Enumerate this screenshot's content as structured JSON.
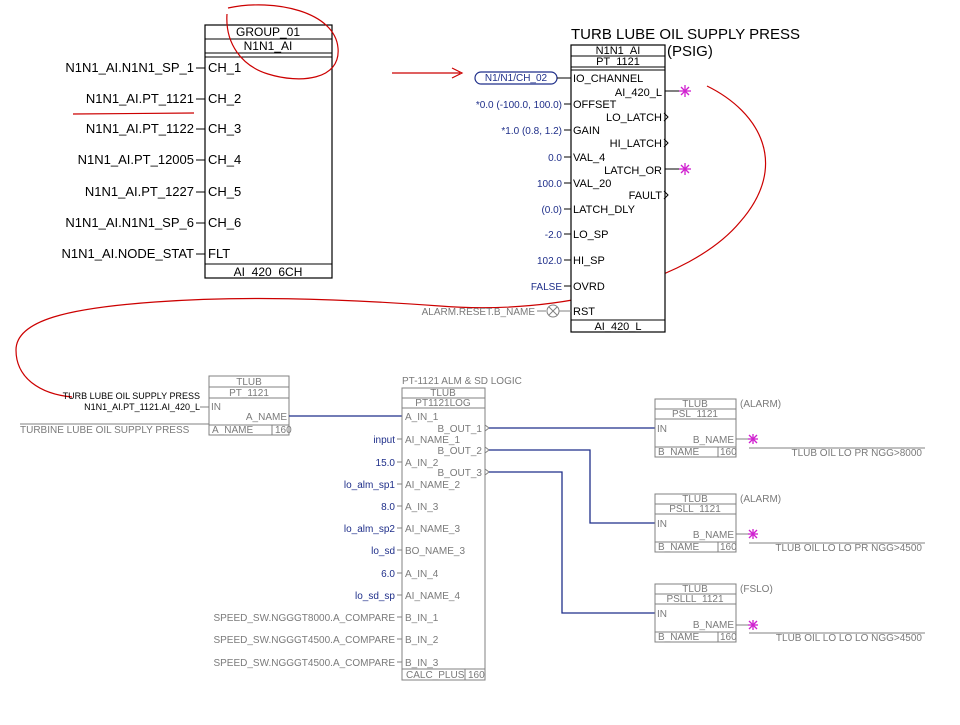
{
  "block1": {
    "header1": "GROUP_01",
    "header2": "N1N1_AI",
    "footer": "AI_420_6CH",
    "inputs": [
      {
        "signal": "N1N1_AI.N1N1_SP_1",
        "pin": "CH_1"
      },
      {
        "signal": "N1N1_AI.PT_1121",
        "pin": "CH_2"
      },
      {
        "signal": "N1N1_AI.PT_1122",
        "pin": "CH_3"
      },
      {
        "signal": "N1N1_AI.PT_12005",
        "pin": "CH_4"
      },
      {
        "signal": "N1N1_AI.PT_1227",
        "pin": "CH_5"
      },
      {
        "signal": "N1N1_AI.N1N1_SP_6",
        "pin": "CH_6"
      },
      {
        "signal": "N1N1_AI.NODE_STAT",
        "pin": "FLT"
      }
    ]
  },
  "block2": {
    "title_line1": "TURB LUBE OIL SUPPLY PRESS",
    "title_line2": "(PSIG)",
    "header1": "N1N1_AI",
    "header2": "PT_1121",
    "footer": "AI_420_L",
    "channel_tag": "N1/N1/CH_02",
    "inputs": [
      {
        "value": "",
        "pin": "IO_CHANNEL"
      },
      {
        "value": "*0.0 (-100.0, 100.0)",
        "pin": "OFFSET"
      },
      {
        "value": "*1.0 (0.8, 1.2)",
        "pin": "GAIN"
      },
      {
        "value": "0.0",
        "pin": "VAL_4"
      },
      {
        "value": "100.0",
        "pin": "VAL_20"
      },
      {
        "value": "(0.0)",
        "pin": "LATCH_DLY"
      },
      {
        "value": "-2.0",
        "pin": "LO_SP"
      },
      {
        "value": "102.0",
        "pin": "HI_SP"
      },
      {
        "value": "FALSE",
        "pin": "OVRD"
      }
    ],
    "rst_signal": "ALARM.RESET.B_NAME",
    "rst_pin": "RST",
    "outputs": [
      "AI_420_L",
      "LO_LATCH",
      "HI_LATCH",
      "LATCH_OR",
      "FAULT"
    ]
  },
  "tlub_block": {
    "signal_line1": "TURB LUBE OIL SUPPLY PRESS",
    "signal_line2": "N1N1_AI.PT_1121.AI_420_L",
    "desc": "TURBINE LUBE OIL SUPPLY PRESS",
    "header1": "TLUB",
    "header2": "PT_1121",
    "in_pin": "IN",
    "out_pin": "A_NAME",
    "footer": "A_NAME",
    "footer_num": "160"
  },
  "logic_block": {
    "title": "PT-1121 ALM & SD LOGIC",
    "header1": "TLUB",
    "header2": "PT1121LOG",
    "footer": "CALC_PLUS",
    "footer_num": "160",
    "inputs": [
      {
        "value": "",
        "pin": "A_IN_1",
        "kind": "wire"
      },
      {
        "value": "input",
        "pin": "AI_NAME_1",
        "kind": "blue"
      },
      {
        "value": "15.0",
        "pin": "A_IN_2",
        "kind": "blue"
      },
      {
        "value": "lo_alm_sp1",
        "pin": "AI_NAME_2",
        "kind": "blue"
      },
      {
        "value": "8.0",
        "pin": "A_IN_3",
        "kind": "blue"
      },
      {
        "value": "lo_alm_sp2",
        "pin": "AI_NAME_3",
        "kind": "blue"
      },
      {
        "value": "lo_sd",
        "pin": "BO_NAME_3",
        "kind": "blue"
      },
      {
        "value": "6.0",
        "pin": "A_IN_4",
        "kind": "blue"
      },
      {
        "value": "lo_sd_sp",
        "pin": "AI_NAME_4",
        "kind": "blue"
      },
      {
        "value": "SPEED_SW.NGGGT8000.A_COMPARE",
        "pin": "B_IN_1",
        "kind": "gray"
      },
      {
        "value": "SPEED_SW.NGGGT4500.A_COMPARE",
        "pin": "B_IN_2",
        "kind": "gray"
      },
      {
        "value": "SPEED_SW.NGGGT4500.A_COMPARE",
        "pin": "B_IN_3",
        "kind": "gray"
      }
    ],
    "outputs": [
      "B_OUT_1",
      "B_OUT_2",
      "B_OUT_3"
    ]
  },
  "out_blocks": [
    {
      "header1": "TLUB",
      "header2": "PSL_1121",
      "tag": "(ALARM)",
      "in_pin": "IN",
      "out_pin": "B_NAME",
      "footer": "B_NAME",
      "footer_num": "160",
      "desc": "TLUB OIL LO PR NGG>8000"
    },
    {
      "header1": "TLUB",
      "header2": "PSLL_1121",
      "tag": "(ALARM)",
      "in_pin": "IN",
      "out_pin": "B_NAME",
      "footer": "B_NAME",
      "footer_num": "160",
      "desc": "TLUB OIL LO LO PR NGG>4500"
    },
    {
      "header1": "TLUB",
      "header2": "PSLLL_1121",
      "tag": "(FSLO)",
      "in_pin": "IN",
      "out_pin": "B_NAME",
      "footer": "B_NAME",
      "footer_num": "160",
      "desc": "TLUB OIL LO LO LO NGG>4500"
    }
  ],
  "colors": {
    "wire": "#1f2f8a",
    "annotation": "#cc0000",
    "marker": "#d020d0",
    "value_text": "#1f2f8a",
    "gray_text": "#7a7a7a"
  }
}
